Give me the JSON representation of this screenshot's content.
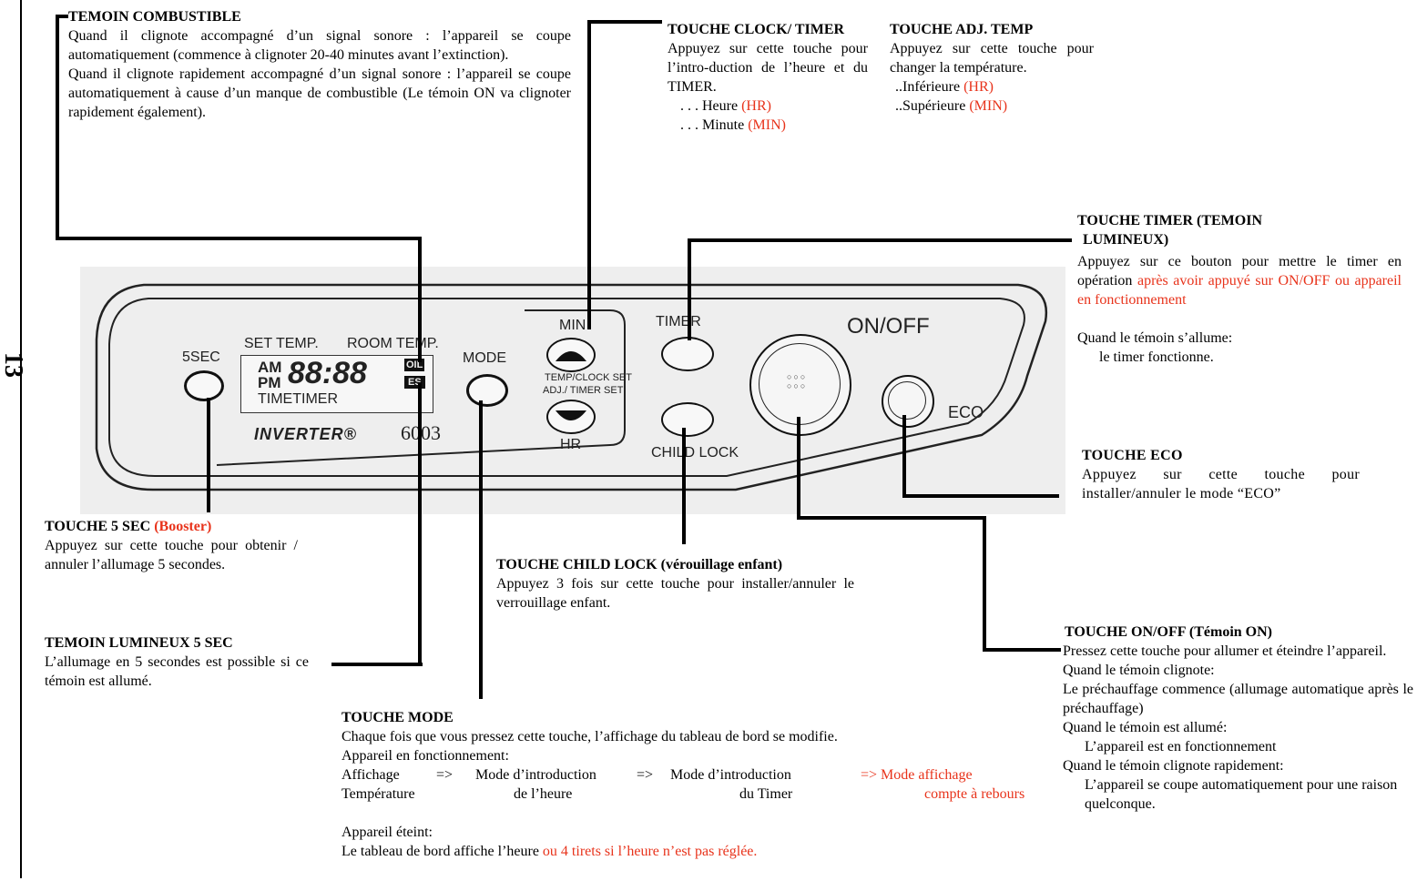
{
  "page_number": "13",
  "temoin_combustible": {
    "title": "TEMOIN COMBUSTIBLE",
    "p1": "Quand il clignote accompagné d’un signal sonore : l’appareil se coupe automatiquement (commence à clignoter 20-40 minutes avant l’extinction).",
    "p2": "Quand il clignote rapidement accompagné d’un signal sonore : l’appareil se coupe automatiquement à cause d’un manque de combustible (Le témoin ON va clignoter rapidement également)."
  },
  "touche_clock": {
    "title": "TOUCHE CLOCK/ TIMER",
    "body": "Appuyez sur cette touche pour l’intro-duction de l’heure et du TIMER.",
    "item1_prefix": ". . . Heure ",
    "item1_red": "(HR)",
    "item2_prefix": ". . . Minute ",
    "item2_red": "(MIN)"
  },
  "touche_adj": {
    "title": "TOUCHE ADJ. TEMP",
    "body": "Appuyez sur cette touche pour changer la température.",
    "item1_prefix": "..Inférieure ",
    "item1_red": "(HR)",
    "item2_prefix": "..Supérieure ",
    "item2_red": "(MIN)"
  },
  "touche_timer": {
    "title_l1": "TOUCHE TIMER (TEMOIN",
    "title_l2": "LUMINEUX)",
    "body": "Appuyez sur ce bouton pour mettre le timer en opération ",
    "body_red": "après avoir appuyé sur ON/OFF ou appareil en fonctionnement",
    "note_l1": "Quand le témoin s’allume:",
    "note_l2": "le timer fonctionne."
  },
  "touche_eco": {
    "title": "TOUCHE ECO",
    "body": "Appuyez sur cette touche pour installer/annuler le mode “ECO”"
  },
  "touche_5sec": {
    "title": "TOUCHE 5 SEC ",
    "title_red": "(Booster)",
    "body": "Appuyez sur cette touche pour obtenir / annuler l’allumage 5 secondes."
  },
  "temoin_5sec": {
    "title": "TEMOIN LUMINEUX 5 SEC",
    "body": "L’allumage en 5 secondes est possible si ce témoin est allumé."
  },
  "touche_child": {
    "title": "TOUCHE CHILD LOCK (vérouillage enfant)",
    "body": "Appuyez 3 fois sur cette touche pour installer/annuler le verrouillage enfant."
  },
  "touche_onoff": {
    "title": "TOUCHE ON/OFF (Témoin ON)",
    "body": "Pressez cette touche pour allumer et éteindre l’appareil.",
    "l1": "Quand le témoin clignote:",
    "l2": "Le préchauffage commence (allumage automatique après le préchauffage)",
    "l3": "Quand le témoin est allumé:",
    "l4": "L’appareil est en fonctionnement",
    "l5": "Quand le témoin clignote rapidement:",
    "l6": "L’appareil se coupe automatiquement pour une raison quelconque."
  },
  "touche_mode": {
    "title": "TOUCHE MODE",
    "body": "Chaque fois que vous pressez cette touche, l’affichage du tableau de bord se modifie.",
    "running": "Appareil en fonctionnement:",
    "flow_row1": [
      "Affichage",
      "=>",
      "Mode d’introduction",
      "=>",
      "Mode d’introduction",
      "=> Mode affichage"
    ],
    "flow_row2": [
      "Température",
      "de l’heure",
      "du Timer",
      "compte à rebours"
    ],
    "off": "Appareil éteint:",
    "off_body": "Le tableau de bord affiche l’heure ",
    "off_body_red": "ou 4 tirets si l’heure n’est pas réglée."
  },
  "panel": {
    "btn_5sec": "5SEC",
    "set_temp": "SET TEMP.",
    "room_temp": "ROOM TEMP.",
    "am": "AM",
    "pm": "PM",
    "digits": "88:88",
    "oil": "OIL",
    "es": "ES",
    "timetimer": "TIMETIMER",
    "brand": "INVERTER®",
    "model": "6003",
    "mode": "MODE",
    "min": "MIN",
    "temp_clock_set": "TEMP/CLOCK SET",
    "adj_timer_set": "ADJ./ TIMER SET",
    "hr": "HR",
    "timer": "TIMER",
    "child_lock": "CHILD LOCK",
    "onoff": "ON/OFF",
    "eco": "ECO"
  }
}
